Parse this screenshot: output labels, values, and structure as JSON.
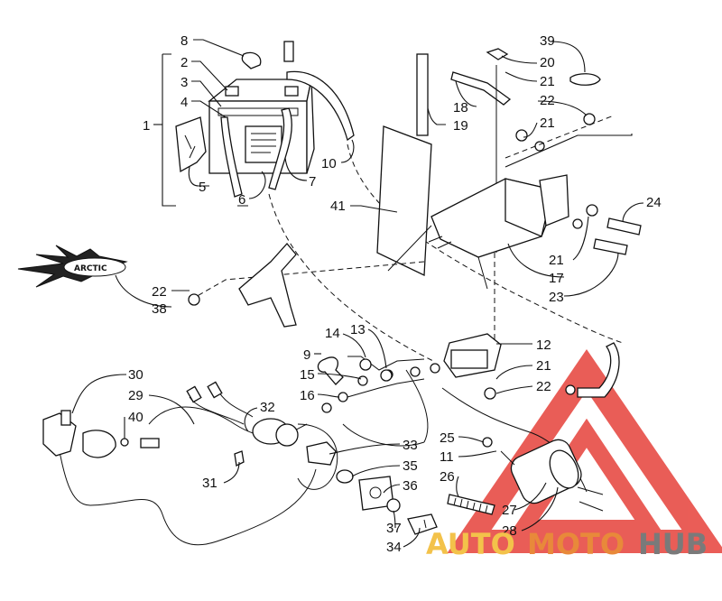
{
  "diagram": {
    "callouts": [
      {
        "id": "c8",
        "label": "8"
      },
      {
        "id": "c2",
        "label": "2"
      },
      {
        "id": "c3",
        "label": "3"
      },
      {
        "id": "c4",
        "label": "4"
      },
      {
        "id": "c1",
        "label": "1"
      },
      {
        "id": "c5",
        "label": "5"
      },
      {
        "id": "c6",
        "label": "6"
      },
      {
        "id": "c7",
        "label": "7"
      },
      {
        "id": "c10",
        "label": "10"
      },
      {
        "id": "c41",
        "label": "41"
      },
      {
        "id": "c18",
        "label": "18"
      },
      {
        "id": "c19",
        "label": "19"
      },
      {
        "id": "c39",
        "label": "39"
      },
      {
        "id": "c20",
        "label": "20"
      },
      {
        "id": "c21a",
        "label": "21"
      },
      {
        "id": "c22a",
        "label": "22"
      },
      {
        "id": "c21b",
        "label": "21"
      },
      {
        "id": "c24",
        "label": "24"
      },
      {
        "id": "c21c",
        "label": "21"
      },
      {
        "id": "c17",
        "label": "17"
      },
      {
        "id": "c23",
        "label": "23"
      },
      {
        "id": "c22b",
        "label": "22"
      },
      {
        "id": "c38",
        "label": "38"
      },
      {
        "id": "c14",
        "label": "14"
      },
      {
        "id": "c13",
        "label": "13"
      },
      {
        "id": "c9",
        "label": "9"
      },
      {
        "id": "c15",
        "label": "15"
      },
      {
        "id": "c16",
        "label": "16"
      },
      {
        "id": "c12",
        "label": "12"
      },
      {
        "id": "c21d",
        "label": "21"
      },
      {
        "id": "c22c",
        "label": "22"
      },
      {
        "id": "c30",
        "label": "30"
      },
      {
        "id": "c29",
        "label": "29"
      },
      {
        "id": "c40",
        "label": "40"
      },
      {
        "id": "c32",
        "label": "32"
      },
      {
        "id": "c31",
        "label": "31"
      },
      {
        "id": "c33",
        "label": "33"
      },
      {
        "id": "c35",
        "label": "35"
      },
      {
        "id": "c36",
        "label": "36"
      },
      {
        "id": "c37",
        "label": "37"
      },
      {
        "id": "c34",
        "label": "34"
      },
      {
        "id": "c25",
        "label": "25"
      },
      {
        "id": "c11",
        "label": "11"
      },
      {
        "id": "c26",
        "label": "26"
      },
      {
        "id": "c27",
        "label": "27"
      },
      {
        "id": "c28",
        "label": "28"
      }
    ]
  },
  "watermark": {
    "part1": "AUTO",
    "part2": "MOTO",
    "part3": "HUB",
    "colors": {
      "part1": "#f3c24a",
      "part2": "#e8893a",
      "part3": "#7a7a7a",
      "triangle": "#e6413a"
    }
  },
  "badge": {
    "icon": "starburst-logo-icon"
  }
}
